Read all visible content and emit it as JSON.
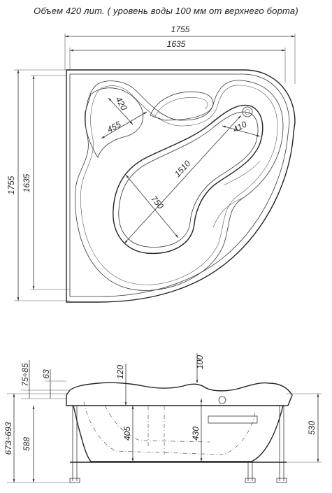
{
  "title": "Объем 420 лит. ( уровень воды 100 мм от верхнего борта)",
  "top_view": {
    "width_outer": "1755",
    "width_inner": "1635",
    "height_outer": "1755",
    "height_inner": "1635",
    "headrest_width": "420",
    "headrest_length": "455",
    "seat": "410",
    "bowl_length": "1510",
    "bowl_width": "750"
  },
  "side_view": {
    "rim_range": "75÷85",
    "rim": "63",
    "depth_left": "120",
    "water_level": "100",
    "inner_left": "405",
    "inner_right": "430",
    "height_range": "673÷693",
    "height_body": "588",
    "height_right": "530"
  }
}
